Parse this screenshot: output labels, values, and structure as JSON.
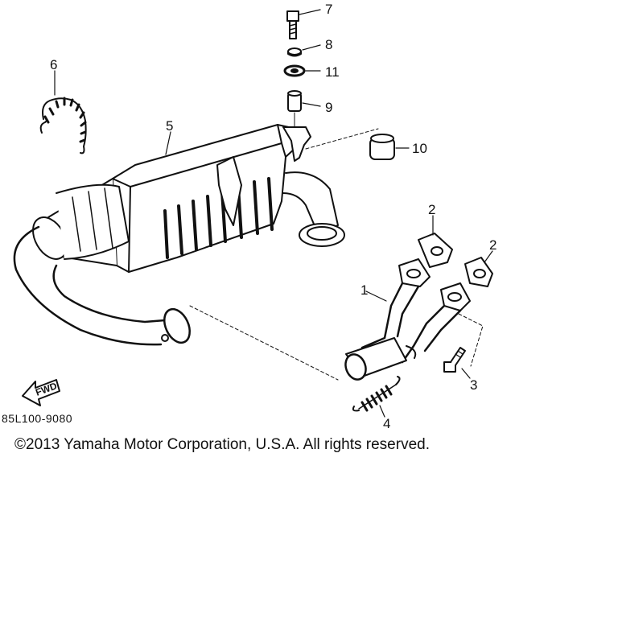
{
  "diagram": {
    "callouts": [
      "7",
      "8",
      "11",
      "9",
      "6",
      "5",
      "10",
      "2",
      "2",
      "1",
      "3",
      "4"
    ],
    "fwd_label": "FWD",
    "ref_code": "85L100-9080"
  },
  "footer": {
    "copyright": "©2013 Yamaha Motor Corporation, U.S.A. All rights reserved."
  }
}
